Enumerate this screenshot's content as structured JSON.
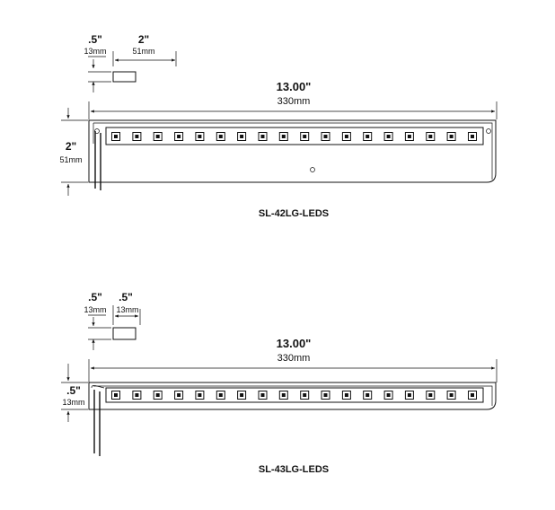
{
  "drawings": [
    {
      "model": "SL-42LG-LEDS",
      "profile": {
        "height_in": ".5\"",
        "height_mm": "13mm",
        "width_in": "2\"",
        "width_mm": "51mm"
      },
      "length_in": "13.00\"",
      "length_mm": "330mm",
      "side_in": "2\"",
      "side_mm": "51mm",
      "led_count": 18
    },
    {
      "model": "SL-43LG-LEDS",
      "profile": {
        "height_in": ".5\"",
        "height_mm": "13mm",
        "width_in": ".5\"",
        "width_mm": "13mm"
      },
      "length_in": "13.00\"",
      "length_mm": "330mm",
      "side_in": ".5\"",
      "side_mm": "13mm",
      "led_count": 18
    }
  ]
}
